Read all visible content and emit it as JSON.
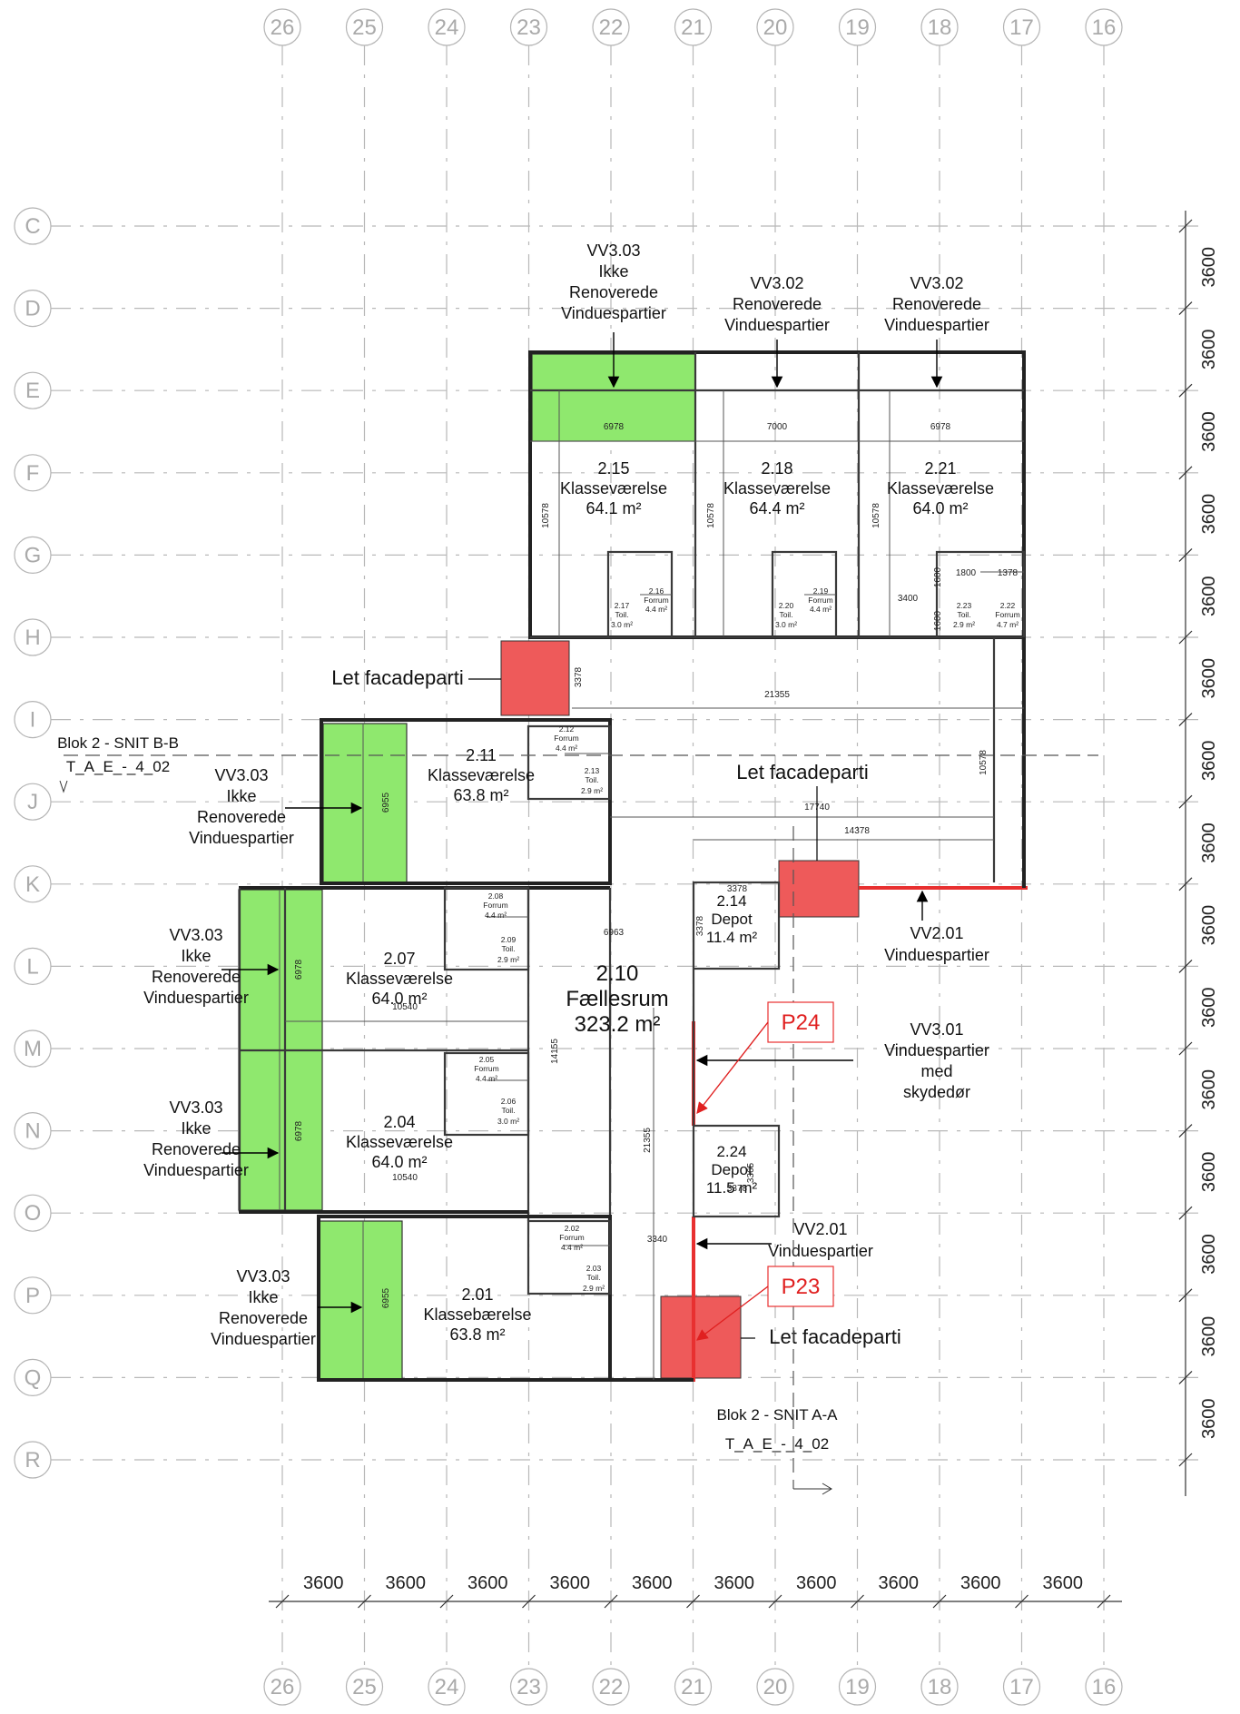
{
  "grid": {
    "columns": [
      "26",
      "25",
      "24",
      "23",
      "22",
      "21",
      "20",
      "19",
      "18",
      "17",
      "16"
    ],
    "rows": [
      "C",
      "D",
      "E",
      "F",
      "G",
      "H",
      "I",
      "J",
      "K",
      "L",
      "M",
      "N",
      "O",
      "P",
      "Q",
      "R"
    ]
  },
  "dimensions": {
    "bottom": [
      "3600",
      "3600",
      "3600",
      "3600",
      "3600",
      "3600",
      "3600",
      "3600",
      "3600",
      "3600"
    ],
    "right": [
      "3600",
      "3600",
      "3600",
      "3600",
      "3600",
      "3600",
      "3600",
      "3600",
      "3600",
      "3600",
      "3600",
      "3600",
      "3600",
      "3600",
      "3600"
    ]
  },
  "rooms": [
    {
      "number": "2.15",
      "name": "Klasseværelse",
      "area": "64.1 m²"
    },
    {
      "number": "2.18",
      "name": "Klasseværelse",
      "area": "64.4 m²"
    },
    {
      "number": "2.21",
      "name": "Klasseværelse",
      "area": "64.0 m²"
    },
    {
      "number": "2.11",
      "name": "Klasseværelse",
      "area": "63.8 m²"
    },
    {
      "number": "2.07",
      "name": "Klasseværelse",
      "area": "64.0 m²"
    },
    {
      "number": "2.04",
      "name": "Klasseværelse",
      "area": "64.0 m²"
    },
    {
      "number": "2.01",
      "name": "Klassebærelse",
      "area": "63.8 m²"
    },
    {
      "number": "2.10",
      "name": "Fællesrum",
      "area": "323.2 m²"
    },
    {
      "number": "2.14",
      "name": "Depot",
      "area": "11.4 m²"
    },
    {
      "number": "2.24",
      "name": "Depot",
      "area": "11.5 m²"
    }
  ],
  "small_rooms": [
    {
      "number": "2.16",
      "name": "Forrum",
      "area": "4.4 m²"
    },
    {
      "number": "2.17",
      "name": "Toil.",
      "area": "3.0 m²"
    },
    {
      "number": "2.19",
      "name": "Forrum",
      "area": "4.4 m²"
    },
    {
      "number": "2.20",
      "name": "Toil.",
      "area": "3.0 m²"
    },
    {
      "number": "2.22",
      "name": "Forrum",
      "area": "4.7 m²"
    },
    {
      "number": "2.23",
      "name": "Toil.",
      "area": "2.9 m²"
    },
    {
      "number": "2.12",
      "name": "Forrum",
      "area": "4.4 m²"
    },
    {
      "number": "2.13",
      "name": "Toil.",
      "area": "2.9 m²"
    },
    {
      "number": "2.08",
      "name": "Forrum",
      "area": "4.4 m²"
    },
    {
      "number": "2.09",
      "name": "Toil.",
      "area": "2.9 m²"
    },
    {
      "number": "2.05",
      "name": "Forrum",
      "area": "4.4 m²"
    },
    {
      "number": "2.06",
      "name": "Toil.",
      "area": "3.0 m²"
    },
    {
      "number": "2.02",
      "name": "Forrum",
      "area": "4.4 m²"
    },
    {
      "number": "2.03",
      "name": "Toil.",
      "area": "2.9 m²"
    }
  ],
  "annotations": {
    "vv303": [
      "VV3.03",
      "Ikke",
      "Renoverede",
      "Vinduespartier"
    ],
    "vv302": [
      "VV3.02",
      "Renoverede",
      "Vinduespartier"
    ],
    "vv301": [
      "VV3.01",
      "Vinduespartier",
      "med",
      "skydedør"
    ],
    "vv201": [
      "VV2.01",
      "Vinduespartier"
    ],
    "let_facadeparti": "Let facadeparti",
    "section_bb": [
      "Blok 2 - SNIT B-B",
      "T_A_E_-_4_02"
    ],
    "section_aa": [
      "Blok 2 - SNIT A-A",
      "T_A_E_-_4_02"
    ],
    "p24": "P24",
    "p23": "P23"
  },
  "inner_dims": {
    "d6978": "6978",
    "d7000": "7000",
    "d10578": "10578",
    "d6955": "6955",
    "d10540": "10540",
    "d21355": "21355",
    "d17740": "17740",
    "d14378": "14378",
    "d6963": "6963",
    "d14155": "14155",
    "d3378": "3378",
    "d3340": "3340",
    "d3400": "3400",
    "d1800": "1800",
    "d1378": "1378",
    "d1600": "1600",
    "d3365": "3365"
  },
  "colors": {
    "green": "#8fe86e",
    "red": "#ee5a5a",
    "callout": "#e02020",
    "grid": "#b4b4b4"
  }
}
